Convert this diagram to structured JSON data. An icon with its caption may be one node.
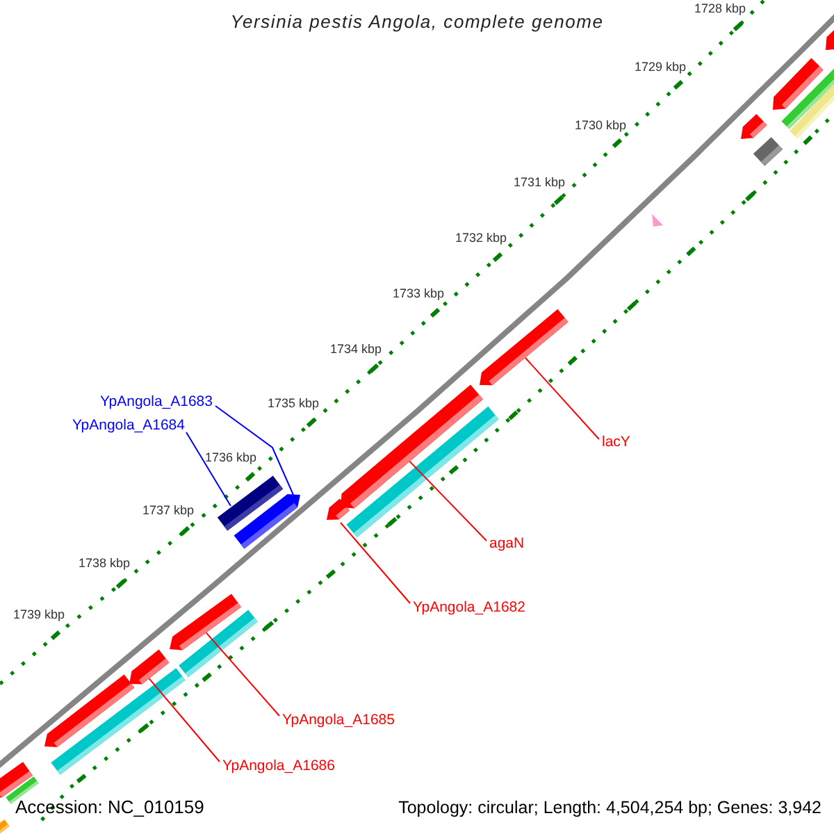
{
  "diagram": {
    "title": "Yersinia pestis Angola, complete genome",
    "nodes": [
      {
        "text": [
          "YpAngola_A1683"
        ]
      },
      {
        "text": [
          "YpAngola_A1684"
        ]
      },
      {
        "text": [
          "lacY"
        ]
      },
      {
        "text": [
          "agaN"
        ]
      },
      {
        "text": [
          "YpAngola_A1682"
        ]
      },
      {
        "text": [
          "YpAngola_A1685"
        ]
      },
      {
        "text": [
          "YpAngola_A1686"
        ]
      },
      {
        "text": [],
        "shape": "bar"
      },
      {
        "text": [],
        "shape": "bar"
      },
      {
        "text": [],
        "shape": "bar"
      },
      {
        "text": [],
        "shape": "bar"
      },
      {
        "text": [],
        "shape": "bar"
      },
      {
        "text": [],
        "shape": "bar"
      },
      {
        "text": [],
        "shape": "bar"
      },
      {
        "text": [],
        "shape": "bar"
      },
      {
        "text": [],
        "shape": "bar"
      },
      {
        "text": [],
        "shape": "bar"
      },
      {
        "text": [],
        "shape": "bar"
      },
      {
        "text": [],
        "shape": "bar"
      },
      {
        "text": [],
        "shape": "bar"
      },
      {
        "text": [],
        "shape": "bar"
      },
      {
        "text": [],
        "shape": "bar"
      },
      {
        "text": [],
        "shape": "box"
      },
      {
        "text": [],
        "shape": "bar"
      },
      {
        "text": [],
        "shape": "bar"
      },
      {
        "text": [],
        "shape": "bar"
      },
      {
        "text": [],
        "shape": "bar"
      }
    ],
    "edges": [
      {
        "from": 0,
        "to": 16,
        "arrow": "none",
        "color": "#0000ff"
      },
      {
        "from": 1,
        "to": 15,
        "arrow": "none",
        "color": "#0000ff"
      },
      {
        "from": 2,
        "to": 20,
        "arrow": "none"
      },
      {
        "from": 3,
        "to": 18,
        "arrow": "none"
      },
      {
        "from": 4,
        "to": 17,
        "arrow": "none"
      },
      {
        "from": 5,
        "to": 13,
        "arrow": "none"
      },
      {
        "from": 6,
        "to": 12,
        "arrow": "none"
      }
    ],
    "labels": [
      "1728 kbp",
      "1729 kbp",
      "1730 kbp",
      "1731 kbp",
      "1732 kbp",
      "1733 kbp",
      "1734 kbp",
      "1735 kbp",
      "1736 kbp",
      "1737 kbp",
      "1738 kbp",
      "1739 kbp",
      "Accession: NC_010159",
      "Topology: circular; Length: 4,504,254 bp; Genes: 3,942"
    ]
  }
}
